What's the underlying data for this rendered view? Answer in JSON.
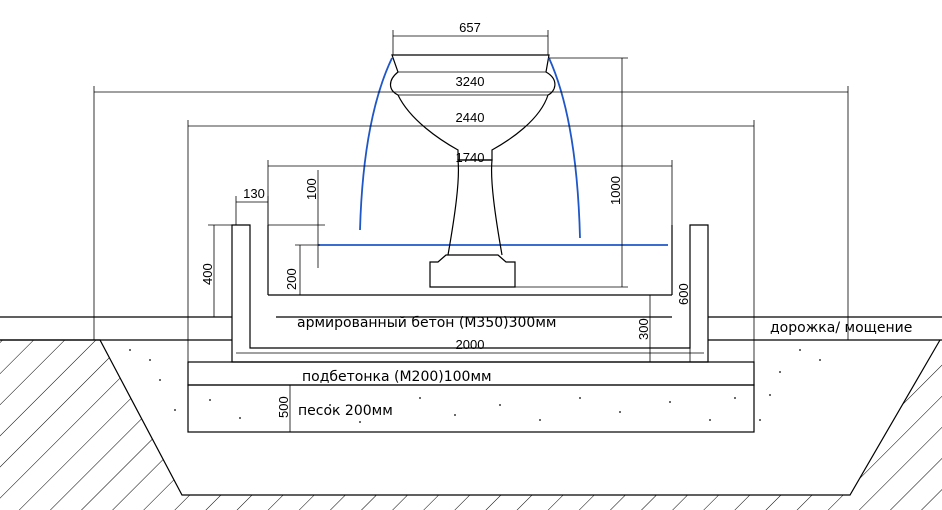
{
  "dimensions": {
    "bowl_top_width": "657",
    "outer_width": "3240",
    "mid_width": "2440",
    "inner_width": "1740",
    "wall_thickness": "130",
    "wall_height": "400",
    "depth_100": "100",
    "depth_200": "200",
    "fountain_height": "1000",
    "concrete_height": "600",
    "slab_thickness": "300",
    "base_width": "2000",
    "sand_depth": "500"
  },
  "labels": {
    "concrete": "армированный бетон (М350)300мм",
    "subconcrete": "подбетонка (М200)100мм",
    "sand": "песок 200мм",
    "paving": "дорожка/ мощение"
  },
  "colors": {
    "line": "#000000",
    "water": "#1f57c8",
    "hatch": "#000000",
    "background": "#ffffff"
  }
}
